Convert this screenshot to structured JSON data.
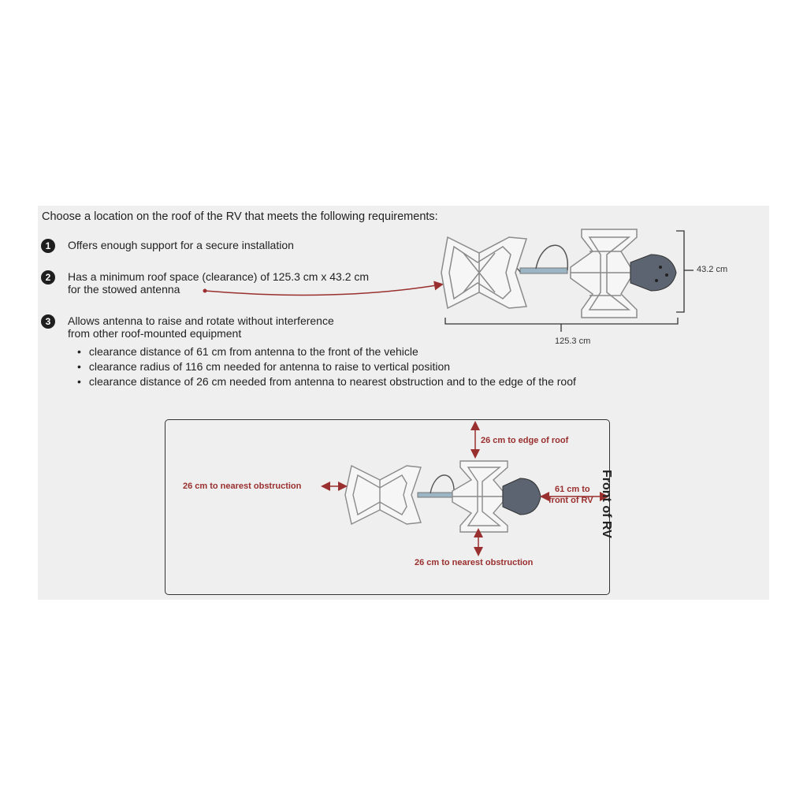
{
  "intro": "Choose a location on the roof of the RV that meets the following requirements:",
  "requirements": [
    {
      "num": "1",
      "lines": [
        "Offers enough support for a secure installation"
      ]
    },
    {
      "num": "2",
      "lines": [
        "Has a minimum roof space (clearance) of 125.3 cm x 43.2 cm",
        "for the stowed antenna"
      ]
    },
    {
      "num": "3",
      "lines": [
        "Allows antenna to raise and rotate without interference",
        "from other roof-mounted equipment"
      ]
    }
  ],
  "bullets": [
    "clearance distance of 61 cm from antenna to the front of the vehicle",
    "clearance radius of 116 cm needed for antenna to raise to vertical position",
    "clearance distance of 26 cm needed from antenna to nearest obstruction and to the edge of the roof"
  ],
  "dimensions": {
    "width": "125.3 cm",
    "height": "43.2 cm"
  },
  "clearance_labels": {
    "top": "26 cm to edge of roof",
    "left": "26 cm to nearest obstruction",
    "front_line1": "61 cm to",
    "front_line2": "front of RV",
    "bottom": "26 cm to nearest obstruction"
  },
  "front_label": "Front of RV",
  "colors": {
    "accent": "#9a2f2f",
    "panel": "#efefef",
    "text": "#222222"
  }
}
